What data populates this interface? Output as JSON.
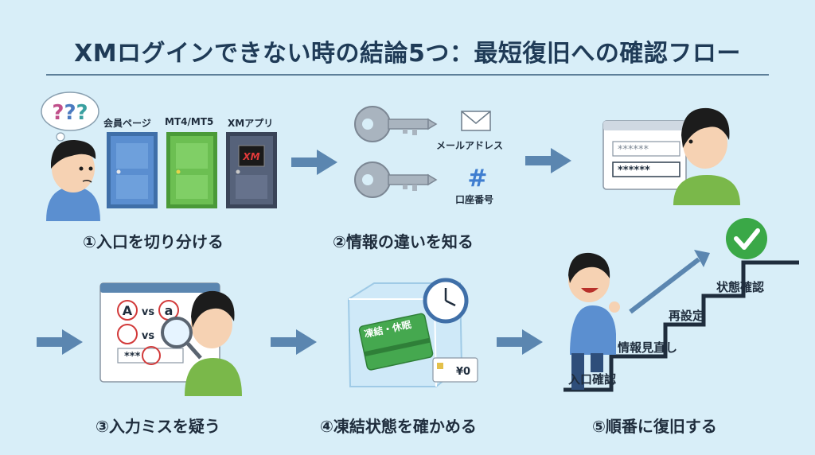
{
  "title": "XMログインできない時の結論5つ：最短復旧への確認フロー",
  "step1": {
    "caption": "①入口を切り分ける",
    "doors": [
      "会員ページ",
      "MT4/MT5",
      "XMアプリ"
    ],
    "bubble": "???",
    "app_logo": "XM"
  },
  "step2": {
    "caption": "②情報の違いを知る",
    "email_label": "メールアドレス",
    "account_label": "口座番号",
    "hash_symbol": "#"
  },
  "step3": {
    "fields": [
      "******",
      "******"
    ]
  },
  "step4": {
    "caption": "③入力ミスを疑う",
    "rows": [
      "A",
      "vs",
      "a",
      "vs",
      "***"
    ]
  },
  "step5": {
    "caption": "④凍結状態を確かめる",
    "card_text": "凍結・休眠",
    "balance": "¥0"
  },
  "step6": {
    "caption": "⑤順番に復旧する",
    "stairs": [
      "入口確認",
      "情報見直し",
      "再設定",
      "状態確認"
    ]
  },
  "colors": {
    "background": "#d8eef8",
    "title": "#1f3b57",
    "arrow": "#5b86b0",
    "door_blue": "#4f84c0",
    "door_green": "#5fb24a",
    "door_gray": "#4b5870",
    "check_green": "#3aa847",
    "shirt_green": "#7ab84a",
    "shirt_blue": "#5b8fd0"
  }
}
